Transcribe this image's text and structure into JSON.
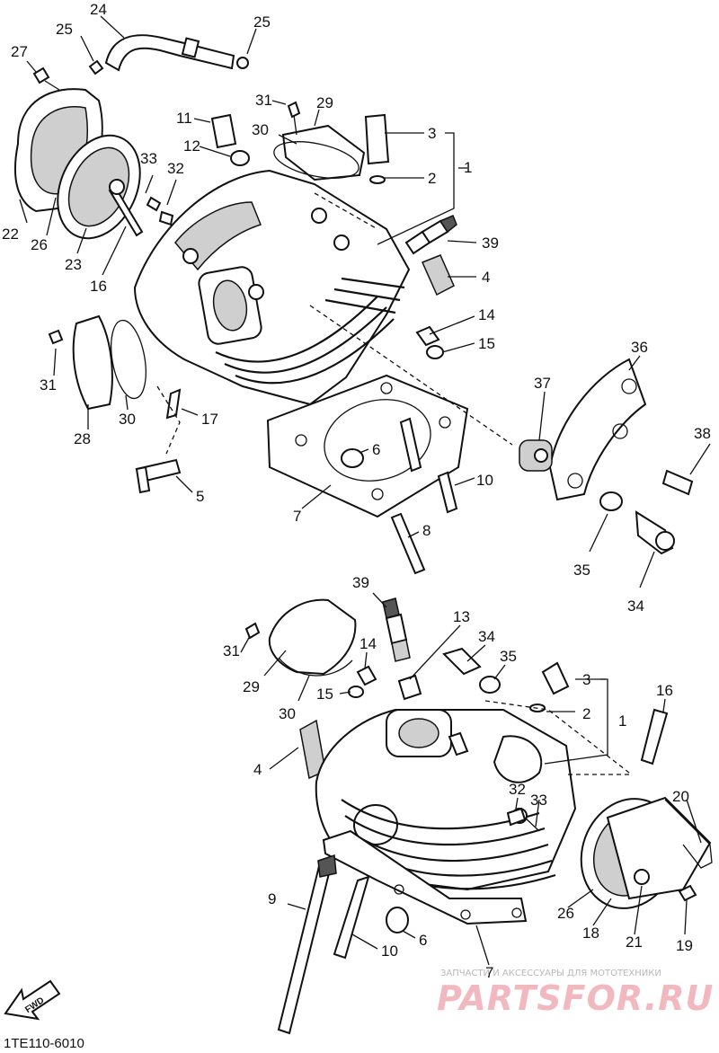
{
  "diagram": {
    "part_code": "1TE110-6010",
    "front_arrow_text": "FWD",
    "watermark": {
      "line1": "ЗАПЧАСТИ И АКСЕССУАРЫ ДЛЯ МОТОТЕХНИКИ",
      "line2": "PARTSFOR.RU"
    },
    "callouts": {
      "c24": "24",
      "c25a": "25",
      "c25b": "25",
      "c27": "27",
      "c11": "11",
      "c12": "12",
      "c31a": "31",
      "c29a": "29",
      "c30a": "30",
      "c3a": "3",
      "c2a": "2",
      "c1a": "1",
      "c39a": "39",
      "c4a": "4",
      "c33a": "33",
      "c32a": "32",
      "c22": "22",
      "c26a": "26",
      "c23": "23",
      "c16a": "16",
      "c14a": "14",
      "c15a": "15",
      "c31b": "31",
      "c30b": "30",
      "c28": "28",
      "c17": "17",
      "c5": "5",
      "c6a": "6",
      "c7a": "7",
      "c10a": "10",
      "c8": "8",
      "c36": "36",
      "c37": "37",
      "c38": "38",
      "c35a": "35",
      "c34a": "34",
      "c39b": "39",
      "c13": "13",
      "c34b": "34",
      "c35b": "35",
      "c14b": "14",
      "c31c": "31",
      "c29b": "29",
      "c15b": "15",
      "c30c": "30",
      "c3b": "3",
      "c2b": "2",
      "c1b": "1",
      "c16b": "16",
      "c4b": "4",
      "c32b": "32",
      "c33b": "33",
      "c20": "20",
      "c9": "9",
      "c10b": "10",
      "c6b": "6",
      "c26b": "26",
      "c18": "18",
      "c21": "21",
      "c19": "19",
      "c7b": "7"
    }
  }
}
